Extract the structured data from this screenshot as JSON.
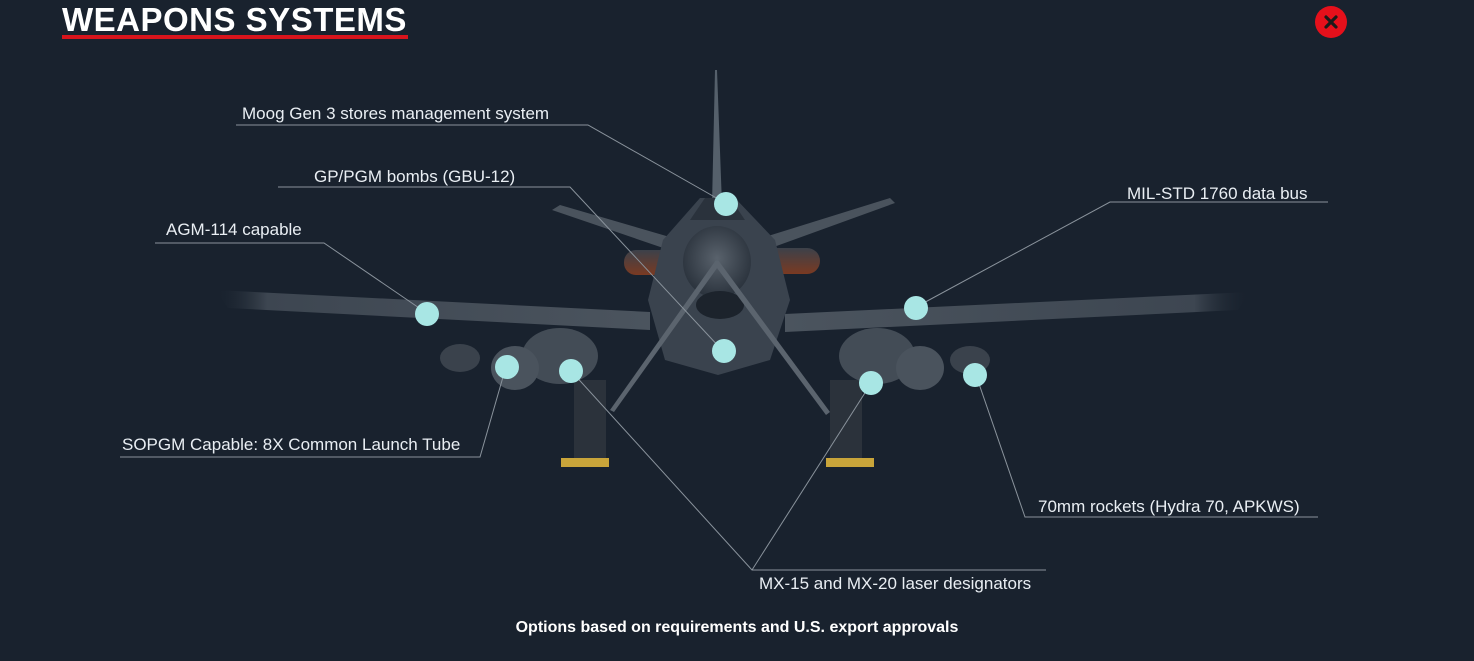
{
  "header": {
    "title": "WEAPONS SYSTEMS",
    "close_icon": "close-x-icon",
    "accent_color": "#d8141c",
    "close_color": "#e5101b"
  },
  "callouts": [
    {
      "id": "stores-management",
      "label": "Moog Gen 3 stores management system"
    },
    {
      "id": "gp-pgm-bombs",
      "label": "GP/PGM bombs (GBU-12)"
    },
    {
      "id": "agm-114",
      "label": "AGM-114 capable"
    },
    {
      "id": "mil-std-1760",
      "label": "MIL-STD 1760 data bus"
    },
    {
      "id": "sopgm",
      "label": "SOPGM Capable: 8X Common Launch Tube"
    },
    {
      "id": "rockets",
      "label": "70mm rockets (Hydra 70, APKWS)"
    },
    {
      "id": "laser-designators",
      "label": "MX-15 and MX-20 laser designators"
    }
  ],
  "hotspot_color": "#a8e6e4",
  "footnote": "Options based on requirements and U.S. export approvals"
}
